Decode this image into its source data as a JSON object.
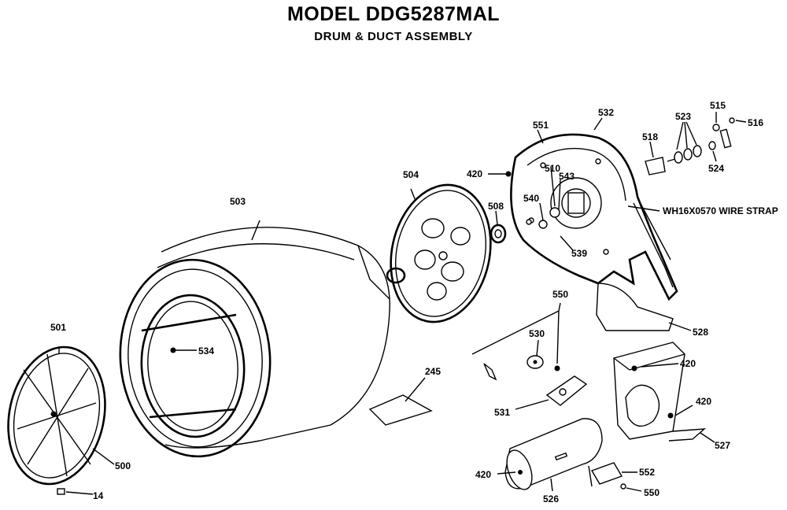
{
  "diagram": {
    "title": "MODEL DDG5287MAL",
    "subtitle": "DRUM & DUCT ASSEMBLY",
    "callouts": [
      "501",
      "500",
      "14",
      "503",
      "534",
      "504",
      "245",
      "508",
      "420",
      "510",
      "540",
      "543",
      "539",
      "551",
      "532",
      "518",
      "523",
      "515",
      "516",
      "524",
      "WH16X0570 WIRE STRAP",
      "528",
      "550",
      "530",
      "531",
      "420",
      "420",
      "527",
      "420",
      "526",
      "552",
      "550"
    ]
  }
}
